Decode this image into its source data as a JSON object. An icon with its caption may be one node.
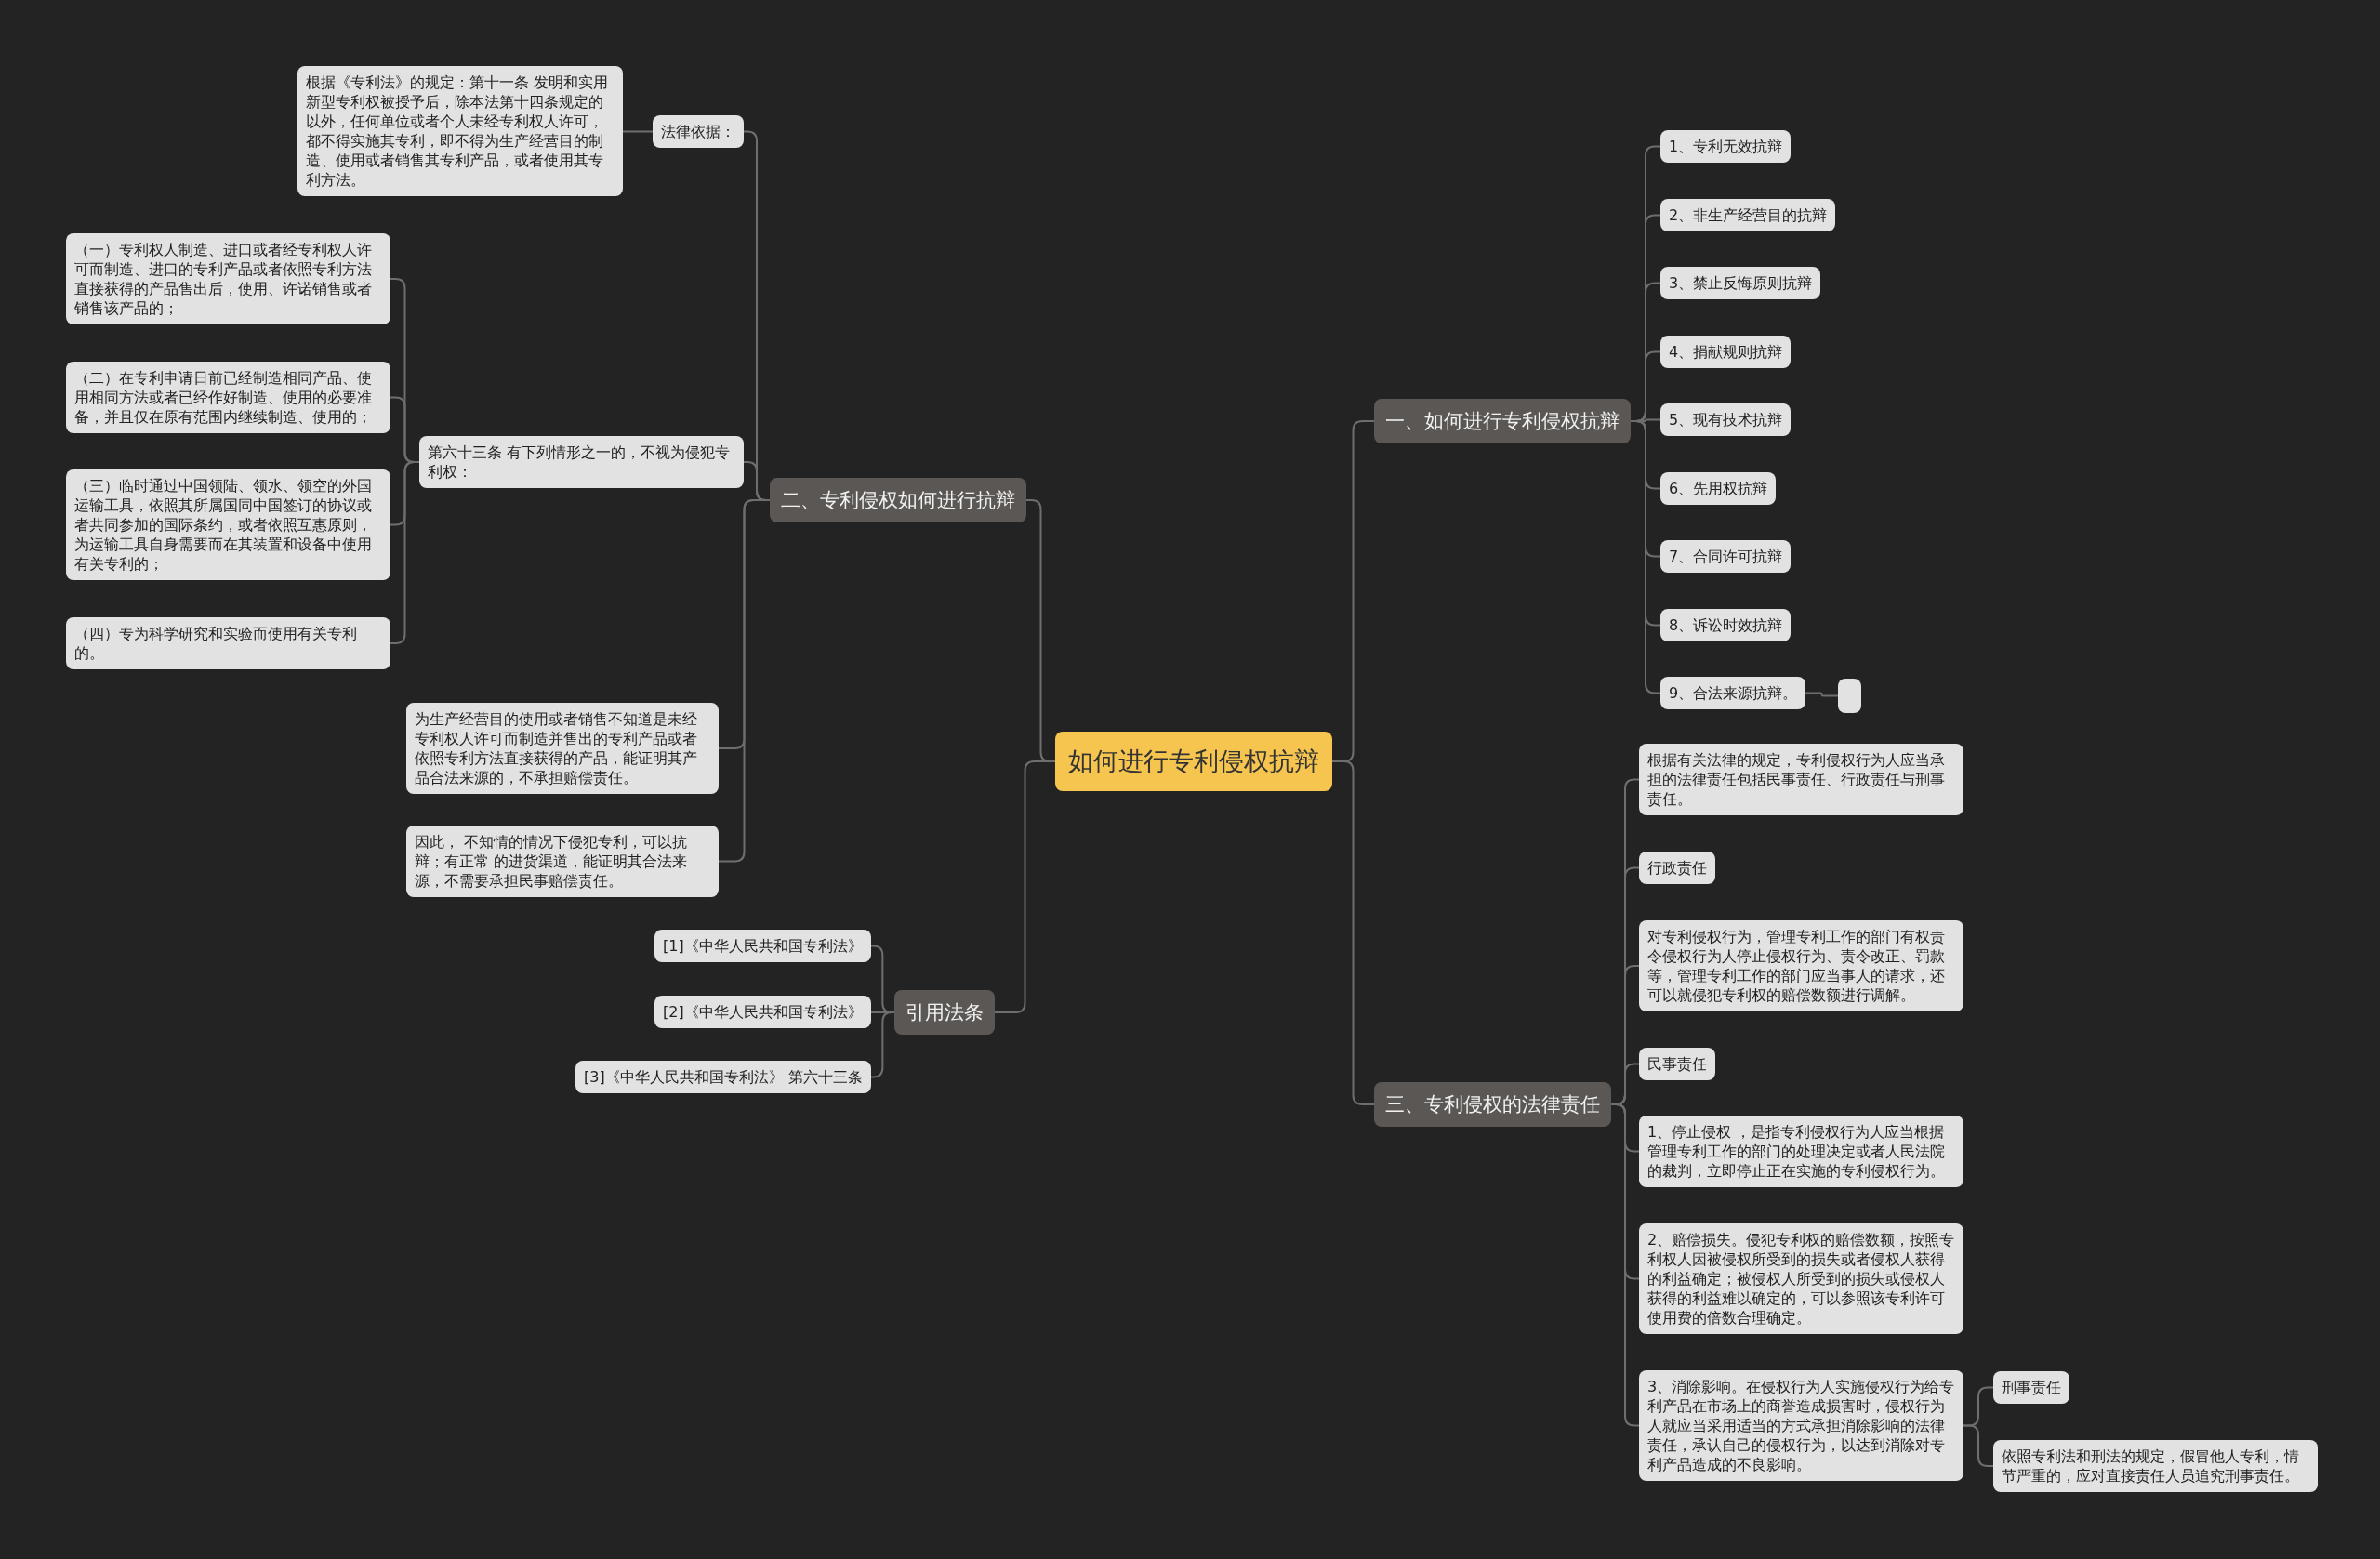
{
  "diagram": {
    "nodes": [
      {
        "text": [
          "如何进行专利侵权抗辩"
        ]
      },
      {
        "text": [
          "一、如何进行专利侵权抗辩"
        ]
      },
      {
        "text": [
          "1、专利无效抗辩"
        ]
      },
      {
        "text": [
          "2、非生产经营目的抗辩"
        ]
      },
      {
        "text": [
          "3、禁止反悔原则抗辩"
        ]
      },
      {
        "text": [
          "4、捐献规则抗辩"
        ]
      },
      {
        "text": [
          "5、现有技术抗辩"
        ]
      },
      {
        "text": [
          "6、先用权抗辩"
        ]
      },
      {
        "text": [
          "7、合同许可抗辩"
        ]
      },
      {
        "text": [
          "8、诉讼时效抗辩"
        ]
      },
      {
        "text": [
          "9、合法来源抗辩。"
        ]
      },
      {
        "text": [],
        "shape": "box"
      },
      {
        "text": [
          "二、专利侵权如何进行抗辩"
        ]
      },
      {
        "text": [
          "法律依据："
        ]
      },
      {
        "text": [
          "根据《专利法》的规定：第十一条 发明和实用新型专利权被授予后，除本法第十四条规定的以外，任何单位或者个人未经专利权人许可，都不得实施其专利，即不得为生产经营目的制造、使用或者销售其专利产品，或者使用其专利方法。"
        ]
      },
      {
        "text": [
          "第六十三条 有下列情形之一的，不视为侵犯专利权："
        ]
      },
      {
        "text": [
          "（一）专利权人制造、进口或者经专利权人许可而制造、进口的专利产品或者依照专利方法直接获得的产品售出后，使用、许诺销售或者销售该产品的；"
        ]
      },
      {
        "text": [
          "（二）在专利申请日前已经制造相同产品、使用相同方法或者已经作好制造、使用的必要准备，并且仅在原有范围内继续制造、使用的；"
        ]
      },
      {
        "text": [
          "（三）临时通过中国领陆、领水、领空的外国运输工具，依照其所属国同中国签订的协议或者共同参加的国际条约，或者依照互惠原则，为运输工具自身需要而在其装置和设备中使用有关专利的；"
        ]
      },
      {
        "text": [
          "（四）专为科学研究和实验而使用有关专利的。"
        ]
      },
      {
        "text": [
          "为生产经营目的使用或者销售不知道是未经专利权人许可而制造并售出的专利产品或者依照专利方法直接获得的产品，能证明其产品合法来源的，不承担赔偿责任。"
        ]
      },
      {
        "text": [
          "因此， 不知情的情况下侵犯专利，可以抗辩；有正常 的进货渠道，能证明其合法来源，不需要承担民事赔偿责任。"
        ]
      },
      {
        "text": [
          "引用法条"
        ]
      },
      {
        "text": [
          "[1]《中华人民共和国专利法》"
        ]
      },
      {
        "text": [
          "[2]《中华人民共和国专利法》"
        ]
      },
      {
        "text": [
          "[3]《中华人民共和国专利法》 第六十三条"
        ]
      },
      {
        "text": [
          "三、专利侵权的法律责任"
        ]
      },
      {
        "text": [
          "根据有关法律的规定，专利侵权行为人应当承担的法律责任包括民事责任、行政责任与刑事责任。"
        ]
      },
      {
        "text": [
          "行政责任"
        ]
      },
      {
        "text": [
          "对专利侵权行为，管理专利工作的部门有权责令侵权行为人停止侵权行为、责令改正、罚款等，管理专利工作的部门应当事人的请求，还可以就侵犯专利权的赔偿数额进行调解。"
        ]
      },
      {
        "text": [
          "民事责任"
        ]
      },
      {
        "text": [
          "1、停止侵权 ，是指专利侵权行为人应当根据管理专利工作的部门的处理决定或者人民法院的裁判，立即停止正在实施的专利侵权行为。"
        ]
      },
      {
        "text": [
          "2、赔偿损失。侵犯专利权的赔偿数额，按照专利权人因被侵权所受到的损失或者侵权人获得的利益确定；被侵权人所受到的损失或侵权人获得的利益难以确定的，可以参照该专利许可使用费的倍数合理确定。"
        ]
      },
      {
        "text": [
          "3、消除影响。在侵权行为人实施侵权行为给专利产品在市场上的商誉造成损害时，侵权行为人就应当采用适当的方式承担消除影响的法律责任，承认自己的侵权行为，以达到消除对专利产品造成的不良影响。"
        ]
      },
      {
        "text": [
          "刑事责任"
        ]
      },
      {
        "text": [
          "依照专利法和刑法的规定，假冒他人专利，情节严重的，应对直接责任人员追究刑事责任。"
        ]
      }
    ],
    "edges": [
      {
        "from": 0,
        "to": 1,
        "arrow": "none"
      },
      {
        "from": 1,
        "to": 2,
        "arrow": "none"
      },
      {
        "from": 1,
        "to": 3,
        "arrow": "none"
      },
      {
        "from": 1,
        "to": 4,
        "arrow": "none"
      },
      {
        "from": 1,
        "to": 5,
        "arrow": "none"
      },
      {
        "from": 1,
        "to": 6,
        "arrow": "none"
      },
      {
        "from": 1,
        "to": 7,
        "arrow": "none"
      },
      {
        "from": 1,
        "to": 8,
        "arrow": "none"
      },
      {
        "from": 1,
        "to": 9,
        "arrow": "none"
      },
      {
        "from": 1,
        "to": 10,
        "arrow": "none"
      },
      {
        "from": 10,
        "to": 11,
        "arrow": "none"
      },
      {
        "from": 0,
        "to": 12,
        "arrow": "none"
      },
      {
        "from": 12,
        "to": 13,
        "arrow": "none"
      },
      {
        "from": 13,
        "to": 14,
        "arrow": "none"
      },
      {
        "from": 12,
        "to": 15,
        "arrow": "none"
      },
      {
        "from": 15,
        "to": 16,
        "arrow": "none"
      },
      {
        "from": 15,
        "to": 17,
        "arrow": "none"
      },
      {
        "from": 15,
        "to": 18,
        "arrow": "none"
      },
      {
        "from": 15,
        "to": 19,
        "arrow": "none"
      },
      {
        "from": 12,
        "to": 20,
        "arrow": "none"
      },
      {
        "from": 12,
        "to": 21,
        "arrow": "none"
      },
      {
        "from": 0,
        "to": 22,
        "arrow": "none"
      },
      {
        "from": 22,
        "to": 23,
        "arrow": "none"
      },
      {
        "from": 22,
        "to": 24,
        "arrow": "none"
      },
      {
        "from": 22,
        "to": 25,
        "arrow": "none"
      },
      {
        "from": 0,
        "to": 26,
        "arrow": "none"
      },
      {
        "from": 26,
        "to": 27,
        "arrow": "none"
      },
      {
        "from": 26,
        "to": 28,
        "arrow": "none"
      },
      {
        "from": 26,
        "to": 29,
        "arrow": "none"
      },
      {
        "from": 26,
        "to": 30,
        "arrow": "none"
      },
      {
        "from": 26,
        "to": 31,
        "arrow": "none"
      },
      {
        "from": 26,
        "to": 32,
        "arrow": "none"
      },
      {
        "from": 26,
        "to": 33,
        "arrow": "none"
      },
      {
        "from": 33,
        "to": 34,
        "arrow": "none"
      },
      {
        "from": 33,
        "to": 35,
        "arrow": "none"
      }
    ]
  }
}
